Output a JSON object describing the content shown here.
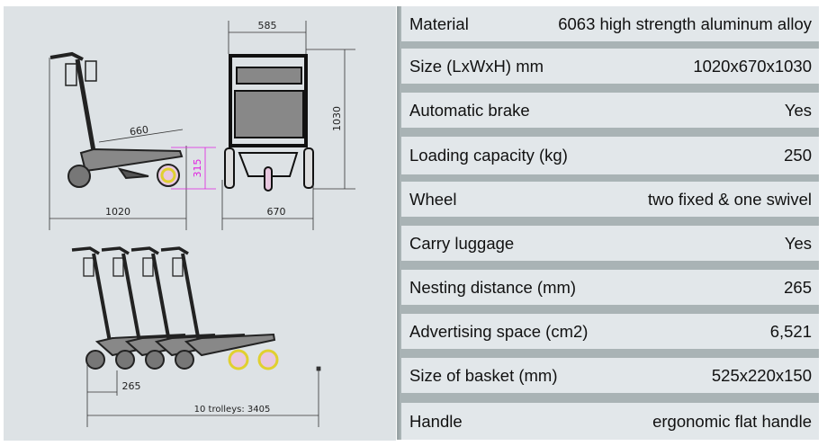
{
  "drawing": {
    "dimensions": {
      "side_length": "1020",
      "deck_length": "660",
      "deck_height": "315",
      "top_width": "585",
      "width": "670",
      "height": "1030",
      "nesting": "265",
      "nested_length": "10 trolleys: 3405"
    },
    "colors": {
      "accent": "#e020e0",
      "wheel": "#e0d030"
    }
  },
  "specs": [
    {
      "label": "Material",
      "value": "6063 high strength aluminum alloy"
    },
    {
      "label": "Size (LxWxH) mm",
      "value": "1020x670x1030"
    },
    {
      "label": "Automatic brake",
      "value": "Yes"
    },
    {
      "label": "Loading capacity (kg)",
      "value": "250"
    },
    {
      "label": "Wheel",
      "value": "two fixed & one swivel"
    },
    {
      "label": "Carry luggage",
      "value": "Yes"
    },
    {
      "label": "Nesting distance (mm)",
      "value": "265"
    },
    {
      "label": "Advertising space (cm2)",
      "value": "6,521"
    },
    {
      "label": "Size of basket (mm)",
      "value": "525x220x150"
    },
    {
      "label": "Handle",
      "value": "ergonomic flat handle"
    }
  ]
}
